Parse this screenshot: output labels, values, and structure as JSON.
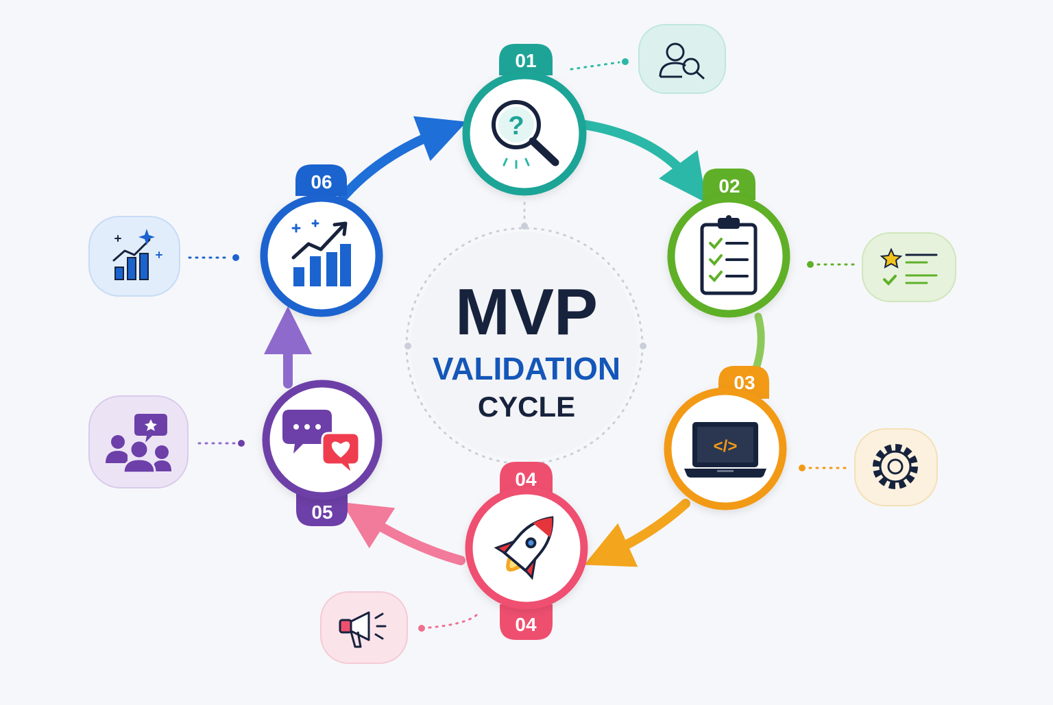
{
  "center": {
    "title": "MVP",
    "subtitle": "VALIDATION",
    "caption": "CYCLE"
  },
  "colors": {
    "background": "#f6f7fa",
    "title": "#17233d",
    "subtitle": "#1457b8",
    "teal": "#20a89b",
    "green": "#64b22e",
    "orange": "#f29a16",
    "pink": "#ef4f6f",
    "purple": "#6d3fa8",
    "blue": "#1b63cf"
  },
  "steps": [
    {
      "number": "01",
      "icon": "magnifier-question-icon",
      "side_icon": "user-search-icon",
      "color": "#20a89b"
    },
    {
      "number": "02",
      "icon": "clipboard-checklist-icon",
      "side_icon": "star-check-list-icon",
      "color": "#64b22e"
    },
    {
      "number": "03",
      "icon": "laptop-code-icon",
      "side_icon": "gear-icon",
      "color": "#f29a16"
    },
    {
      "number": "04",
      "icon": "rocket-icon",
      "side_icon": "megaphone-icon",
      "color": "#ef4f6f"
    },
    {
      "number": "05",
      "icon": "chat-bubbles-icon",
      "side_icon": "team-feedback-icon",
      "color": "#6d3fa8"
    },
    {
      "number": "06",
      "icon": "growth-chart-icon",
      "side_icon": "bar-chart-sparkle-icon",
      "color": "#1b63cf"
    }
  ]
}
